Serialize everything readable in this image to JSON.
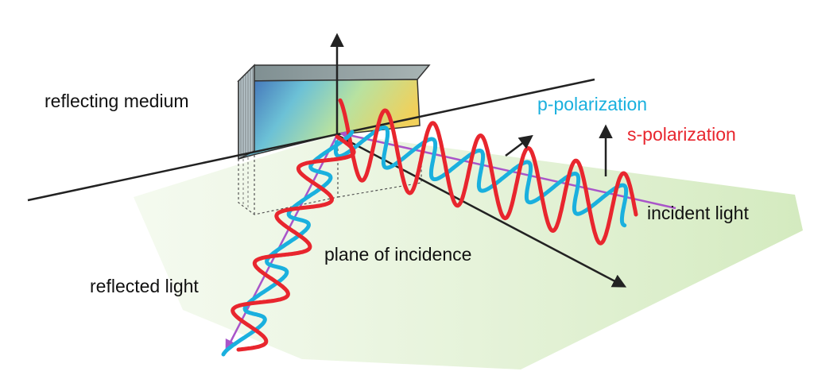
{
  "labels": {
    "reflecting_medium": "reflecting medium",
    "p_polarization": "p-polarization",
    "s_polarization": "s-polarization",
    "incident_light": "incident light",
    "plane_of_incidence": "plane of incidence",
    "reflected_light": "reflected light"
  },
  "colors": {
    "s_wave": "#e8262e",
    "p_wave": "#1ab0de",
    "ray": "#a955c9",
    "plane": "#d7eec4",
    "axis": "#222222",
    "text": "#111111"
  }
}
